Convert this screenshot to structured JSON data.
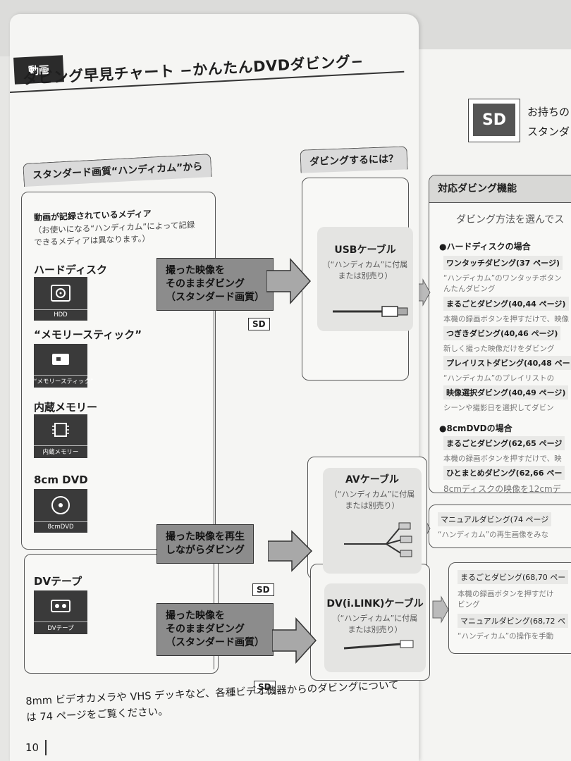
{
  "header": {
    "section_tag": "動画",
    "title": "ダビング早見チャート −かんたんDVDダビング−"
  },
  "source_panel": {
    "tab_label": "スタンダード画質“ハンディカム”から",
    "media_heading": "動画が記録されているメディア",
    "media_note_1": "（お使いになる“ハンディカム”によって記録",
    "media_note_2": "できるメディアは異なります。）",
    "media": [
      {
        "label": "ハードディスク",
        "icon": "hdd-icon",
        "caption": "HDD"
      },
      {
        "label": "“メモリースティック”",
        "icon": "memory-stick-icon",
        "caption": "“メモリースティック”"
      },
      {
        "label": "内蔵メモリー",
        "icon": "internal-memory-icon",
        "caption": "内蔵メモリー"
      },
      {
        "label": "8cm DVD",
        "icon": "dvd-icon",
        "caption": "8cmDVD"
      }
    ],
    "tape": {
      "label": "DVテープ",
      "icon": "dv-tape-icon",
      "caption": "DVテープ"
    }
  },
  "actions": [
    {
      "line1": "撮った映像を",
      "line2": "そのままダビング",
      "line3": "（スタンダード画質）",
      "badge": "SD"
    },
    {
      "line1": "撮った映像を再生",
      "line2": "しながらダビング",
      "badge": "SD"
    },
    {
      "line1": "撮った映像を",
      "line2": "そのままダビング",
      "line3": "（スタンダード画質）",
      "badge": "SD"
    }
  ],
  "how_to_panel": {
    "tab_label": "ダビングするには？",
    "cables": [
      {
        "name": "USBケーブル",
        "note1": "（“ハンディカム”に付属",
        "note2": "または別売り）"
      },
      {
        "name": "AVケーブル",
        "note1": "（“ハンディカム”に付属",
        "note2": "または別売り）"
      },
      {
        "name": "DV(i.LINK)ケーブル",
        "note1": "（“ハンディカム”に付属",
        "note2": "または別売り）"
      }
    ]
  },
  "right_page": {
    "sd_badge": "SD",
    "intro_1": "お持ちの",
    "intro_2": "スタンダ",
    "features_label": "対応ダビング機能",
    "choose_text": "ダビング方法を選んでス",
    "hdd_heading": "●ハードディスクの場合",
    "hdd_items": [
      {
        "title": "ワンタッチダビング(37 ページ)",
        "desc": "“ハンディカム”のワンタッチボタン",
        "desc2": "んたんダビング"
      },
      {
        "title": "まるごとダビング(40,44 ページ)",
        "desc": "本機の録画ボタンを押すだけで、映像",
        "desc2": ""
      },
      {
        "title": "つぎきダビング(40,46 ページ)",
        "desc": "新しく撮った映像だけをダビング",
        "desc2": ""
      },
      {
        "title": "プレイリストダビング(40,48 ペー",
        "desc": "“ハンディカム”のプレイリストの",
        "desc2": ""
      },
      {
        "title": "映像選択ダビング(40,49 ページ)",
        "desc": "シーンや撮影日を選択してダビン",
        "desc2": ""
      }
    ],
    "dvd_heading": "●8cmDVDの場合",
    "dvd_items": [
      {
        "title": "まるごとダビング(62,65 ページ",
        "desc": "本機の録画ボタンを押すだけで、映"
      },
      {
        "title": "ひとまとめダビング(62,66 ペー",
        "desc": "8cmディスクの映像を12cmデ"
      }
    ],
    "av_items": [
      {
        "title": "マニュアルダビング(74 ページ",
        "desc": "“ハンディカム”の再生画像をみな"
      }
    ],
    "dv_items": [
      {
        "title": "まるごとダビング(68,70 ペー",
        "desc": "本機の録画ボタンを押すだけ",
        "desc2": "ビング"
      },
      {
        "title": "マニュアルダビング(68,72 ペ",
        "desc": "“ハンディカム”の操作を手動"
      }
    ]
  },
  "footer": {
    "line1": "8mm ビデオカメラや VHS デッキなど、各種ビデオ機器からのダビングについて",
    "line2": "は 74 ページをご覧ください。",
    "page_number": "10"
  }
}
